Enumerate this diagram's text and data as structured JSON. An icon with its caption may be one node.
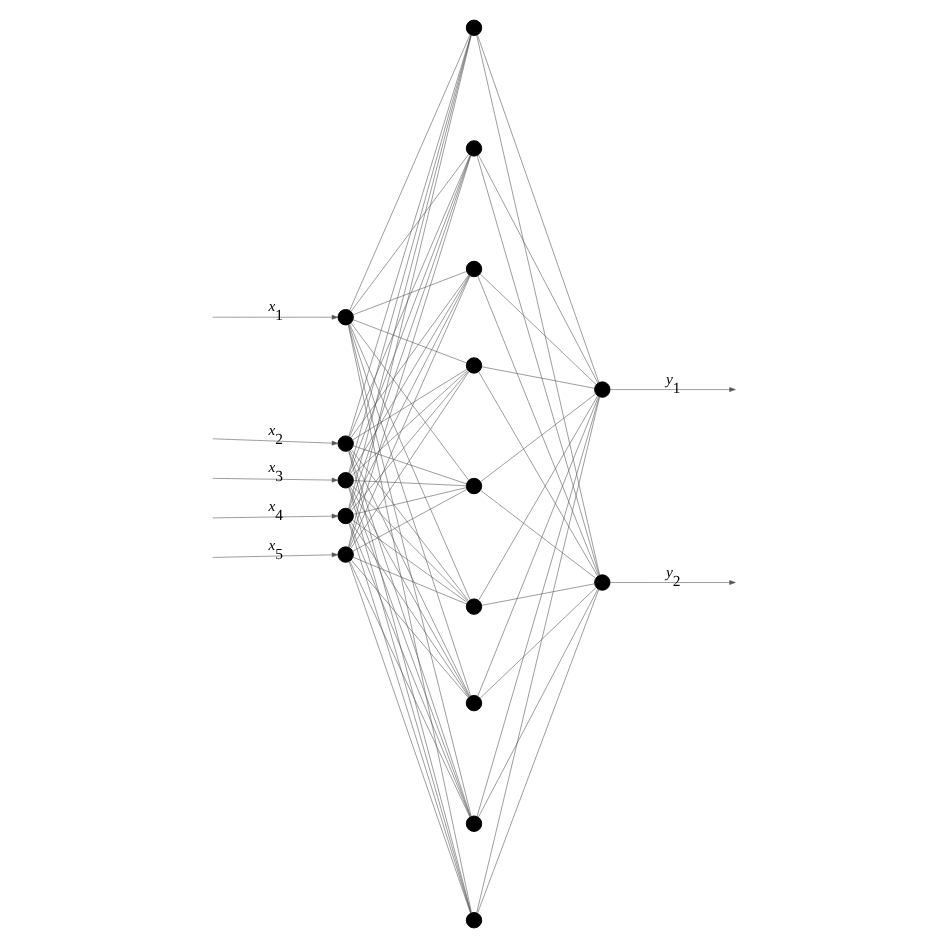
{
  "diagram": {
    "nodes": [
      {
        "text": [],
        "shape": "circle"
      },
      {
        "text": [],
        "shape": "circle"
      },
      {
        "text": [],
        "shape": "circle"
      },
      {
        "text": [],
        "shape": "circle"
      },
      {
        "text": [],
        "shape": "circle"
      },
      {
        "text": [],
        "shape": "circle"
      },
      {
        "text": [],
        "shape": "circle"
      },
      {
        "text": [],
        "shape": "circle"
      },
      {
        "text": [],
        "shape": "circle"
      },
      {
        "text": [],
        "shape": "circle"
      },
      {
        "text": [],
        "shape": "circle"
      },
      {
        "text": [],
        "shape": "circle"
      },
      {
        "text": [],
        "shape": "circle"
      },
      {
        "text": [],
        "shape": "circle"
      },
      {
        "text": [],
        "shape": "circle"
      },
      {
        "text": [],
        "shape": "circle"
      }
    ],
    "edges": [
      {
        "from": null,
        "to": 0,
        "arrow": "to",
        "label": "x$_{1}$"
      },
      {
        "from": null,
        "to": 1,
        "arrow": "to",
        "label": "x$_{2}$"
      },
      {
        "from": null,
        "to": 2,
        "arrow": "to",
        "label": "x$_{3}$"
      },
      {
        "from": null,
        "to": 3,
        "arrow": "to",
        "label": "x$_{4}$"
      },
      {
        "from": null,
        "to": 4,
        "arrow": "to",
        "label": "x$_{5}$"
      },
      {
        "from": 0,
        "to": 5,
        "arrow": "none"
      },
      {
        "from": 0,
        "to": 6,
        "arrow": "none"
      },
      {
        "from": 0,
        "to": 7,
        "arrow": "none"
      },
      {
        "from": 0,
        "to": 8,
        "arrow": "none"
      },
      {
        "from": 0,
        "to": 9,
        "arrow": "none"
      },
      {
        "from": 0,
        "to": 10,
        "arrow": "none"
      },
      {
        "from": 0,
        "to": 11,
        "arrow": "none"
      },
      {
        "from": 0,
        "to": 12,
        "arrow": "none"
      },
      {
        "from": 0,
        "to": 13,
        "arrow": "none"
      },
      {
        "from": 1,
        "to": 5,
        "arrow": "none"
      },
      {
        "from": 1,
        "to": 6,
        "arrow": "none"
      },
      {
        "from": 1,
        "to": 7,
        "arrow": "none"
      },
      {
        "from": 1,
        "to": 8,
        "arrow": "none"
      },
      {
        "from": 1,
        "to": 9,
        "arrow": "none"
      },
      {
        "from": 1,
        "to": 10,
        "arrow": "none"
      },
      {
        "from": 1,
        "to": 11,
        "arrow": "none"
      },
      {
        "from": 1,
        "to": 12,
        "arrow": "none"
      },
      {
        "from": 1,
        "to": 13,
        "arrow": "none"
      },
      {
        "from": 2,
        "to": 5,
        "arrow": "none"
      },
      {
        "from": 2,
        "to": 6,
        "arrow": "none"
      },
      {
        "from": 2,
        "to": 7,
        "arrow": "none"
      },
      {
        "from": 2,
        "to": 8,
        "arrow": "none"
      },
      {
        "from": 2,
        "to": 9,
        "arrow": "none"
      },
      {
        "from": 2,
        "to": 10,
        "arrow": "none"
      },
      {
        "from": 2,
        "to": 11,
        "arrow": "none"
      },
      {
        "from": 2,
        "to": 12,
        "arrow": "none"
      },
      {
        "from": 2,
        "to": 13,
        "arrow": "none"
      },
      {
        "from": 3,
        "to": 5,
        "arrow": "none"
      },
      {
        "from": 3,
        "to": 6,
        "arrow": "none"
      },
      {
        "from": 3,
        "to": 7,
        "arrow": "none"
      },
      {
        "from": 3,
        "to": 8,
        "arrow": "none"
      },
      {
        "from": 3,
        "to": 9,
        "arrow": "none"
      },
      {
        "from": 3,
        "to": 10,
        "arrow": "none"
      },
      {
        "from": 3,
        "to": 11,
        "arrow": "none"
      },
      {
        "from": 3,
        "to": 12,
        "arrow": "none"
      },
      {
        "from": 3,
        "to": 13,
        "arrow": "none"
      },
      {
        "from": 4,
        "to": 5,
        "arrow": "none"
      },
      {
        "from": 4,
        "to": 6,
        "arrow": "none"
      },
      {
        "from": 4,
        "to": 7,
        "arrow": "none"
      },
      {
        "from": 4,
        "to": 8,
        "arrow": "none"
      },
      {
        "from": 4,
        "to": 9,
        "arrow": "none"
      },
      {
        "from": 4,
        "to": 10,
        "arrow": "none"
      },
      {
        "from": 4,
        "to": 11,
        "arrow": "none"
      },
      {
        "from": 4,
        "to": 12,
        "arrow": "none"
      },
      {
        "from": 4,
        "to": 13,
        "arrow": "none"
      },
      {
        "from": 5,
        "to": 14,
        "arrow": "none"
      },
      {
        "from": 5,
        "to": 15,
        "arrow": "none"
      },
      {
        "from": 6,
        "to": 14,
        "arrow": "none"
      },
      {
        "from": 6,
        "to": 15,
        "arrow": "none"
      },
      {
        "from": 7,
        "to": 14,
        "arrow": "none"
      },
      {
        "from": 7,
        "to": 15,
        "arrow": "none"
      },
      {
        "from": 8,
        "to": 14,
        "arrow": "none"
      },
      {
        "from": 8,
        "to": 15,
        "arrow": "none"
      },
      {
        "from": 9,
        "to": 14,
        "arrow": "none"
      },
      {
        "from": 9,
        "to": 15,
        "arrow": "none"
      },
      {
        "from": 10,
        "to": 14,
        "arrow": "none"
      },
      {
        "from": 10,
        "to": 15,
        "arrow": "none"
      },
      {
        "from": 11,
        "to": 14,
        "arrow": "none"
      },
      {
        "from": 11,
        "to": 15,
        "arrow": "none"
      },
      {
        "from": 12,
        "to": 14,
        "arrow": "none"
      },
      {
        "from": 12,
        "to": 15,
        "arrow": "none"
      },
      {
        "from": 13,
        "to": 14,
        "arrow": "none"
      },
      {
        "from": 13,
        "to": 15,
        "arrow": "none"
      },
      {
        "from": 14,
        "to": null,
        "arrow": "to",
        "label": "y$_{1}$"
      },
      {
        "from": 15,
        "to": null,
        "arrow": "to",
        "label": "y$_{2}$"
      }
    ]
  }
}
